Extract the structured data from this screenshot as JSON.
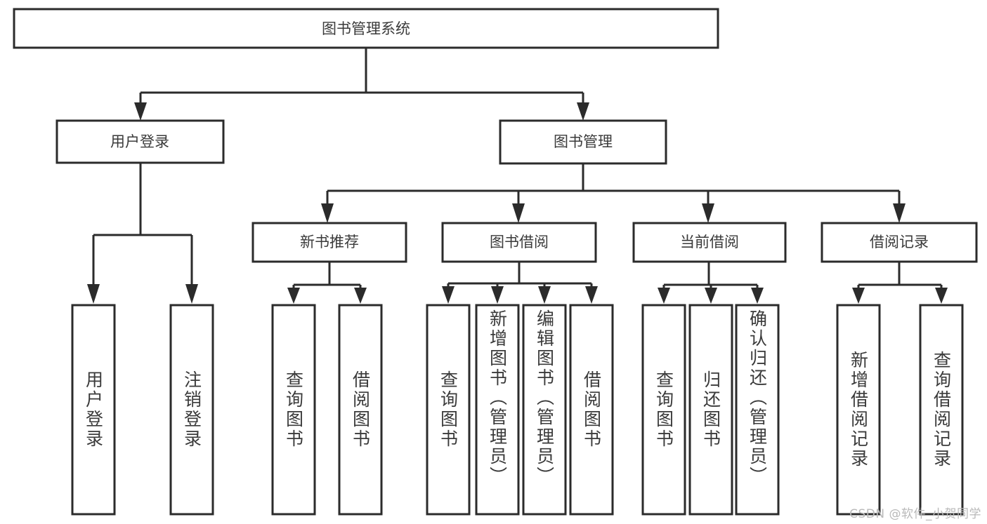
{
  "diagram": {
    "title": "图书管理系统",
    "type": "tree-hierarchy-diagram",
    "colors": {
      "stroke": "#2b2b2b",
      "box_fill": "#ffffff",
      "text": "#3a3a3a",
      "background": "#ffffff",
      "watermark": "#b9b9b9"
    },
    "root": {
      "label": "图书管理系统"
    },
    "level2": [
      {
        "label": "用户登录"
      },
      {
        "label": "图书管理"
      }
    ],
    "level3": [
      {
        "label": "新书推荐"
      },
      {
        "label": "图书借阅"
      },
      {
        "label": "当前借阅"
      },
      {
        "label": "借阅记录"
      }
    ],
    "leaves": {
      "user_login": [
        {
          "label": "用户登录"
        },
        {
          "label": "注销登录"
        }
      ],
      "new_book_recommend": [
        {
          "label": "查询图书"
        },
        {
          "label": "借阅图书"
        }
      ],
      "book_borrow": [
        {
          "label": "查询图书"
        },
        {
          "label": "新增图书（管理员）"
        },
        {
          "label": "编辑图书（管理员）"
        },
        {
          "label": "借阅图书"
        }
      ],
      "current_borrow": [
        {
          "label": "查询图书"
        },
        {
          "label": "归还图书"
        },
        {
          "label": "确认归还（管理员）"
        }
      ],
      "borrow_records": [
        {
          "label": "新增借阅记录"
        },
        {
          "label": "查询借阅记录"
        }
      ]
    },
    "watermark": "CSDN @软件_小贺同学"
  }
}
